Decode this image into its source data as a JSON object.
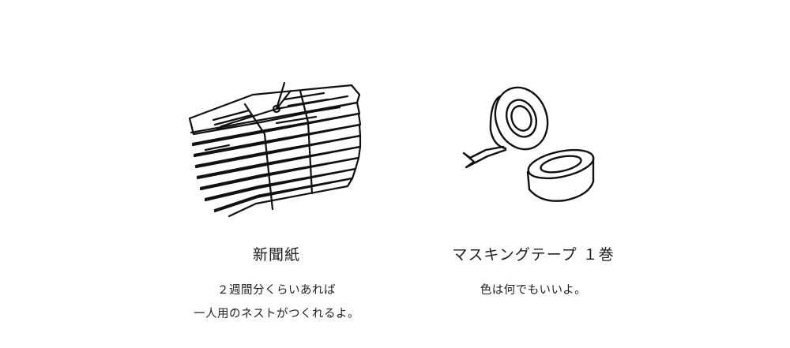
{
  "items": [
    {
      "title": "新聞紙",
      "lines": [
        "２週間分くらいあれば",
        "一人用のネストがつくれるよ。"
      ],
      "icon": "newspaper-stack-icon"
    },
    {
      "title": "マスキングテープ １巻",
      "lines": [
        "色は何でもいいよ。"
      ],
      "icon": "masking-tape-icon"
    }
  ]
}
